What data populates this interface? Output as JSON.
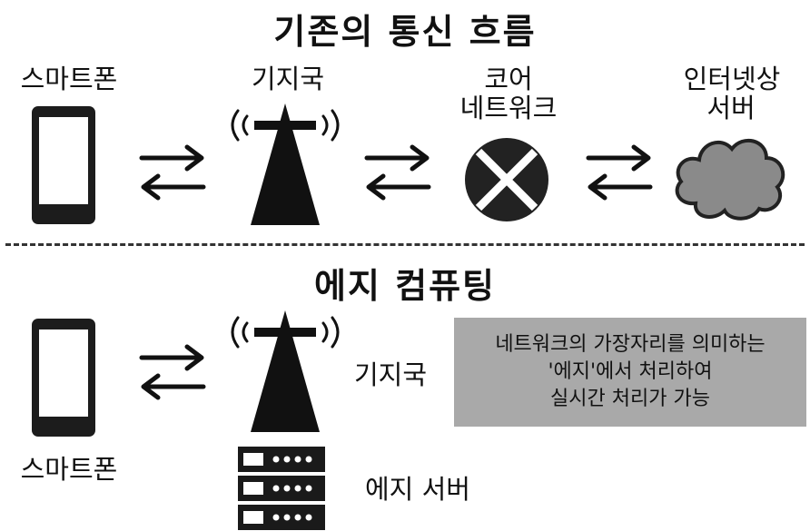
{
  "traditional": {
    "title": "기존의 통신 흐름",
    "smartphone_label": "스마트폰",
    "base_station_label": "기지국",
    "core_network_label_line1": "코어",
    "core_network_label_line2": "네트워크",
    "internet_server_label_line1": "인터넷상",
    "internet_server_label_line2": "서버"
  },
  "edge": {
    "title": "에지 컴퓨팅",
    "smartphone_label": "스마트폰",
    "base_station_label": "기지국",
    "edge_server_label": "에지 서버",
    "note_lines": [
      "네트워크의 가장자리를 의미하는",
      "'에지'에서 처리하여",
      "실시간 처리가 가능"
    ]
  },
  "colors": {
    "box_background": "#a9a9a9",
    "ink": "#111111",
    "cloud_fill": "#8a8a8a"
  }
}
